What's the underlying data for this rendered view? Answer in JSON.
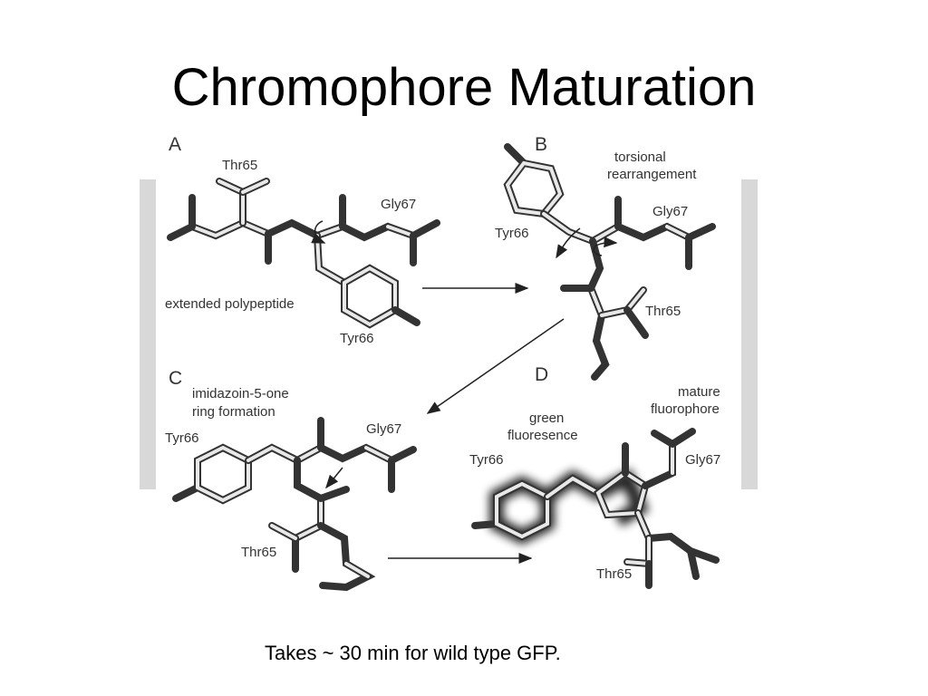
{
  "title": "Chromophore Maturation",
  "caption": "Takes ~ 30 min for wild type GFP.",
  "panels": {
    "a": {
      "letter": "A",
      "residue_top": "Thr65",
      "residue_right": "Gly67",
      "residue_bottom": "Tyr66",
      "description": "extended polypeptide"
    },
    "b": {
      "letter": "B",
      "description_line1": "torsional",
      "description_line2": "rearrangement",
      "residue_left": "Tyr66",
      "residue_right": "Gly67",
      "residue_bottom": "Thr65"
    },
    "c": {
      "letter": "C",
      "description_line1": "imidazoin-5-one",
      "description_line2": "ring formation",
      "residue_left": "Tyr66",
      "residue_right": "Gly67",
      "residue_bottom": "Thr65"
    },
    "d": {
      "letter": "D",
      "label_green_line1": "green",
      "label_green_line2": "fluoresence",
      "label_mature_line1": "mature",
      "label_mature_line2": "fluorophore",
      "residue_left": "Tyr66",
      "residue_right": "Gly67",
      "residue_bottom": "Thr65"
    }
  }
}
